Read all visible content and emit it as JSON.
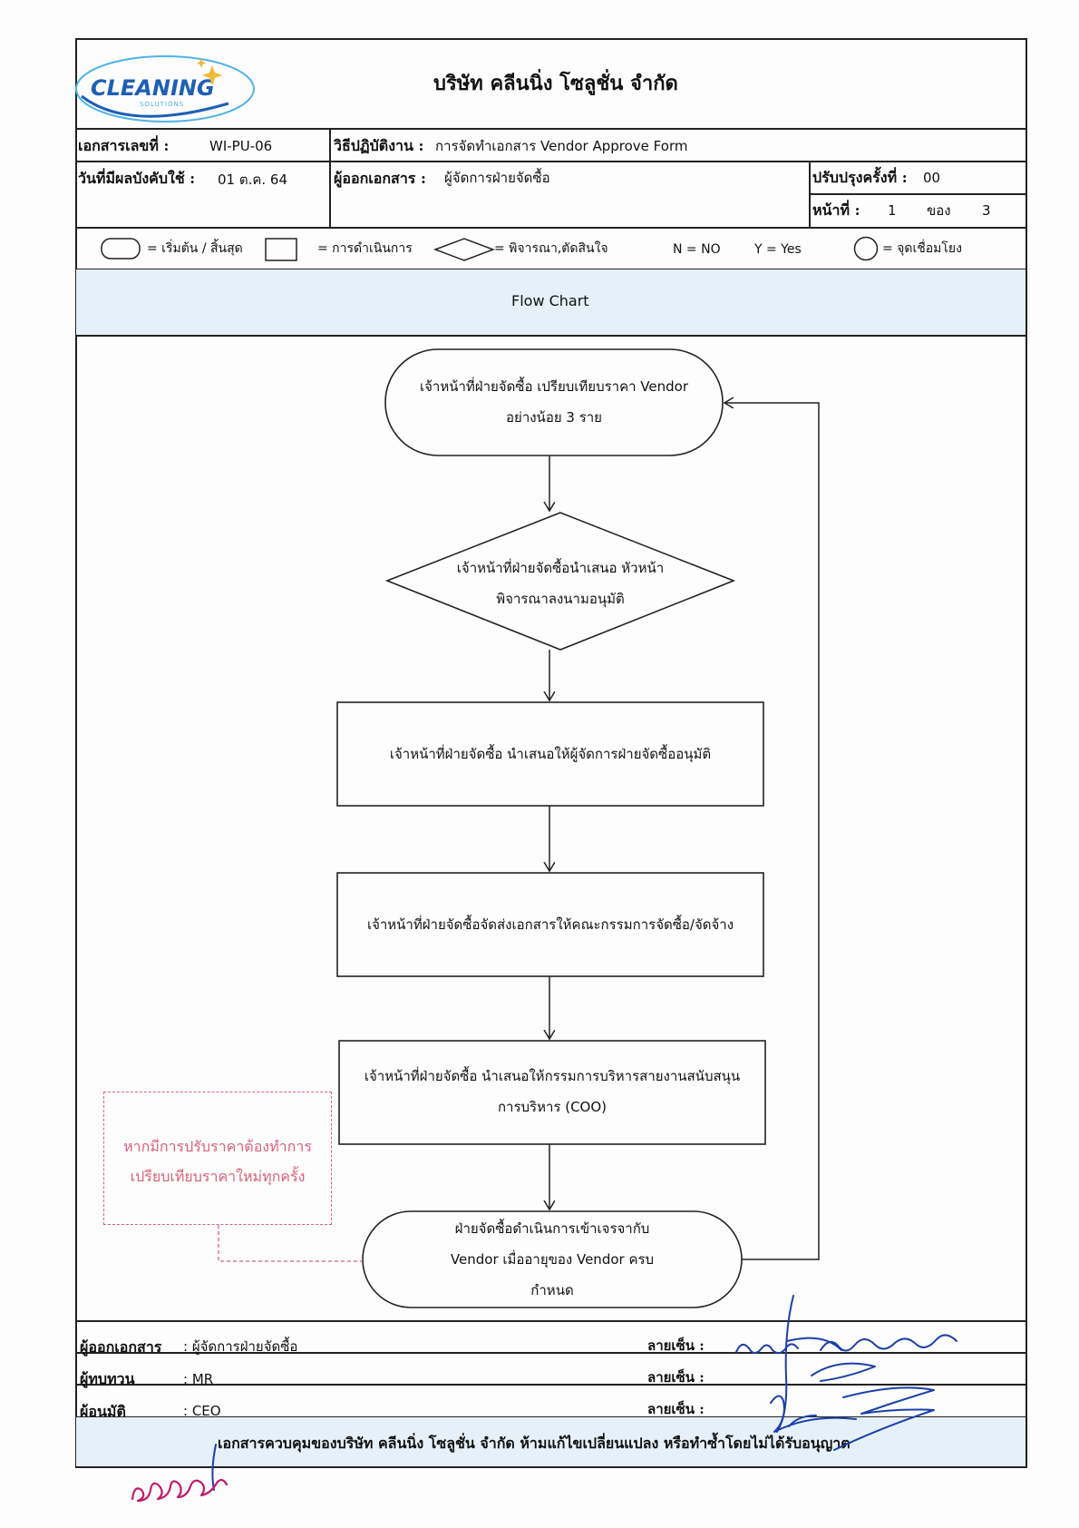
{
  "company": {
    "logo_word": "CLEANING",
    "logo_sub": "SOLUTIONS",
    "name": "บริษัท คลีนนิ่ง โซลูชั่น จำกัด"
  },
  "doc_info": {
    "doc_no_label": "เอกสารเลขที่ :",
    "doc_no_value": "WI-PU-06",
    "procedure_label": "วิธีปฏิบัติงาน :",
    "procedure_value": "การจัดทำเอกสาร Vendor Approve Form",
    "effective_label": "วันที่มีผลบังคับใช้ :",
    "effective_value": "01 ต.ค. 64",
    "issuer_label": "ผู้ออกเอกสาร :",
    "issuer_value": "ผู้จัดการฝ่ายจัดซื้อ",
    "revision_label": "ปรับปรุงครั้งที่ :",
    "revision_value": "00",
    "page_label": "หน้าที่ :",
    "page_value": "1",
    "of_label": "ของ",
    "of_value": "3"
  },
  "legend": {
    "terminal": "= เริ่มต้น / สิ้นสุด",
    "process": "= การดำเนินการ",
    "decision": "= พิจารณา,ตัดสินใจ",
    "no": "N = NO",
    "yes": "Y = Yes",
    "connector": "= จุดเชื่อมโยง"
  },
  "flow": {
    "title": "Flow Chart",
    "start_line1": "เจ้าหน้าที่ฝ่ายจัดซื้อ เปรียบเทียบราคา Vendor",
    "start_line2": "อย่างน้อย 3 ราย",
    "decision_line1": "เจ้าหน้าที่ฝ่ายจัดซื้อนำเสนอ หัวหน้า",
    "decision_line2": "พิจารณาลงนามอนุมัติ",
    "step1": "เจ้าหน้าที่ฝ่ายจัดซื้อ นำเสนอให้ผู้จัดการฝ่ายจัดซื้ออนุมัติ",
    "step2": "เจ้าหน้าที่ฝ่ายจัดซื้อจัดส่งเอกสารให้คณะกรรมการจัดซื้อ/จัดจ้าง",
    "step3_line1": "เจ้าหน้าที่ฝ่ายจัดซื้อ นำเสนอให้กรรมการบริหารสายงานสนับสนุน",
    "step3_line2": "การบริหาร (COO)",
    "end_line1": "ฝ่ายจัดซื้อดำเนินการเข้าเจรจากับ",
    "end_line2": "Vendor เมื่ออายุของ Vendor ครบ",
    "end_line3": "กำหนด",
    "note_line1": "หากมีการปรับราคาต้องทำการ",
    "note_line2": "เปรียบเทียบราคาใหม่ทุกครั้ง"
  },
  "signoff": {
    "issuer_label": "ผู้ออกเอกสาร",
    "issuer_value": ":  ผู้จัดการฝ่ายจัดซื้อ",
    "reviewer_label": "ผู้ทบทวน",
    "reviewer_value": ":  MR",
    "approver_label": "ผู้อนุมัติ",
    "approver_value": ":  CEO",
    "sign_label": "ลายเซ็น :"
  },
  "footer": {
    "notice": "เอกสารควบคุมของบริษัท คลีนนิ่ง โซลูชั่น จำกัด ห้ามแก้ไขเปลี่ยนแปลง หรือทำซ้ำโดยไม่ได้รับอนุญาต"
  },
  "colors": {
    "logo_blue": "#1e5fb4",
    "logo_light": "#4fb3e8",
    "band": "#e5f0f8",
    "note": "#d9607f",
    "ink": "#1c3fa8"
  }
}
